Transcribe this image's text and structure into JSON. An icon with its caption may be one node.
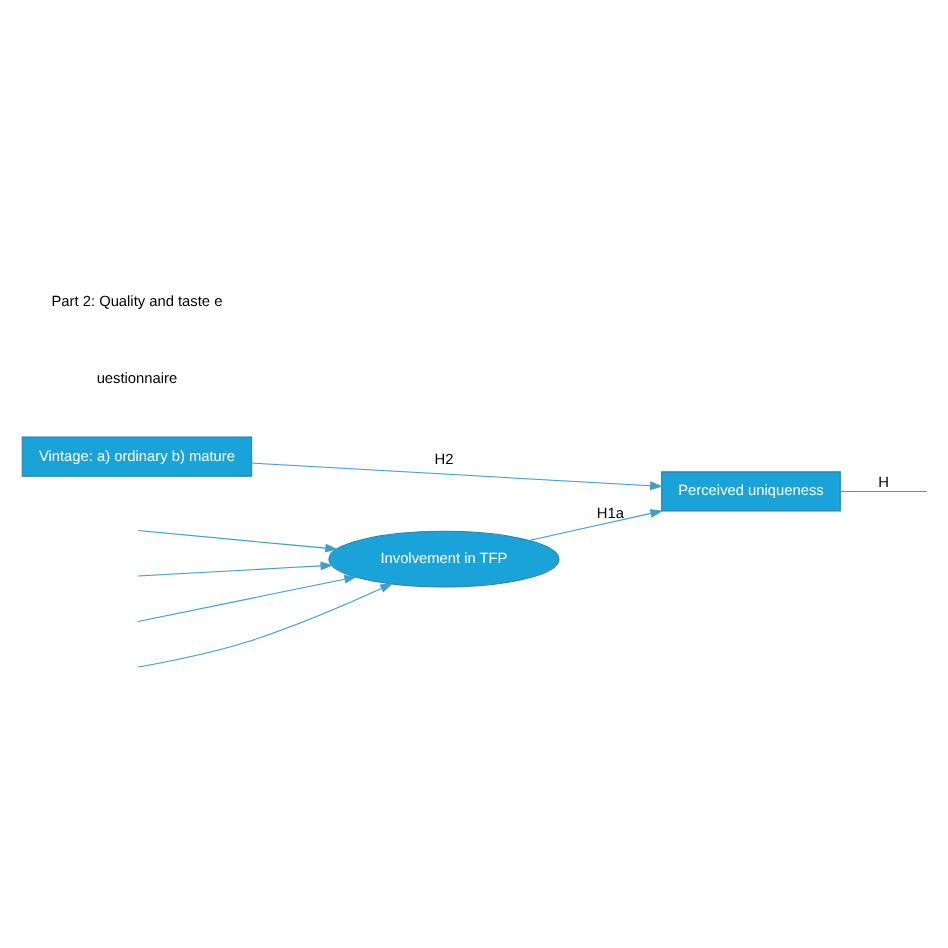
{
  "diagram": {
    "nodes": [
      {
        "text": [
          "Involvement in TFP"
        ]
      },
      {
        "text": [
          "Vintage: a) ordinary b) mature"
        ]
      },
      {
        "text": [
          "Perceived uniqueness"
        ]
      }
    ],
    "edges": [
      {
        "from": null,
        "to": 0,
        "arrow": "to"
      },
      {
        "from": null,
        "to": 0,
        "arrow": "to"
      },
      {
        "from": null,
        "to": 0,
        "arrow": "to"
      },
      {
        "from": null,
        "to": 0,
        "arrow": "to"
      },
      {
        "from": 0,
        "to": 2,
        "arrow": "to",
        "label": "H1a"
      },
      {
        "from": 1,
        "to": 2,
        "arrow": "to",
        "label": "H2"
      },
      {
        "from": 2,
        "to": null,
        "arrow": "none",
        "label": "H"
      }
    ],
    "labels": [
      "uestionnaire",
      "Part 2: Quality and taste e"
    ]
  }
}
